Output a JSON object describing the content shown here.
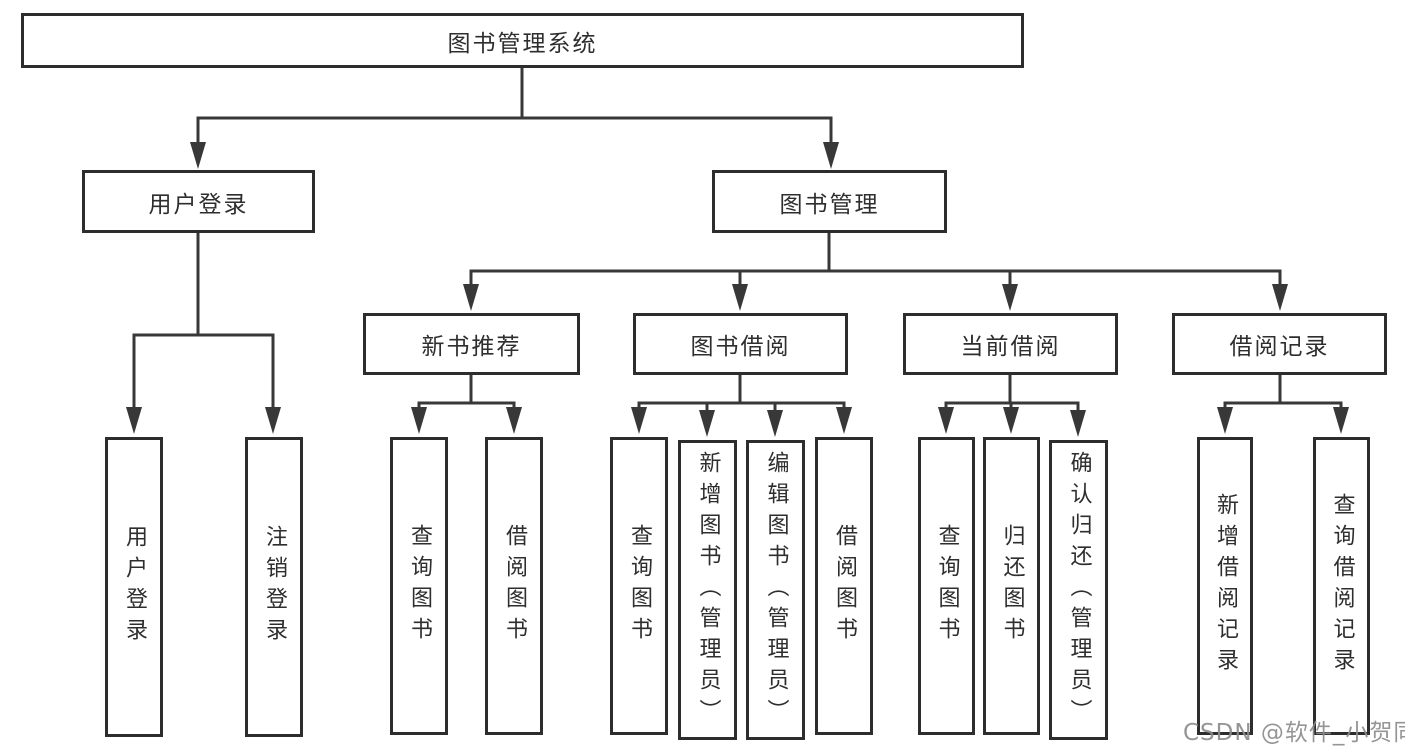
{
  "diagram": {
    "root": {
      "label": "图书管理系统"
    },
    "level2": [
      {
        "label": "用户登录"
      },
      {
        "label": "图书管理"
      }
    ],
    "level3": [
      {
        "label": "新书推荐"
      },
      {
        "label": "图书借阅"
      },
      {
        "label": "当前借阅"
      },
      {
        "label": "借阅记录"
      }
    ],
    "leaves": {
      "user_login": [
        "用户登录",
        "注销登录"
      ],
      "new_books": [
        "查询图书",
        "借阅图书"
      ],
      "book_borrow": [
        "查询图书",
        "新增图书（管理员）",
        "编辑图书（管理员）",
        "借阅图书"
      ],
      "current_borrow": [
        "查询图书",
        "归还图书",
        "确认归还（管理员）"
      ],
      "borrow_records": [
        "新增借阅记录",
        "查询借阅记录"
      ]
    },
    "watermark": "CSDN @软件_小贺同学",
    "colors": {
      "line": "#383838",
      "box_border": "#2d2d2d",
      "box_background": "#ffffff",
      "text": "#2e2e2e",
      "watermark_text": "#8d8d8d",
      "page_background": "#ffffff"
    }
  }
}
